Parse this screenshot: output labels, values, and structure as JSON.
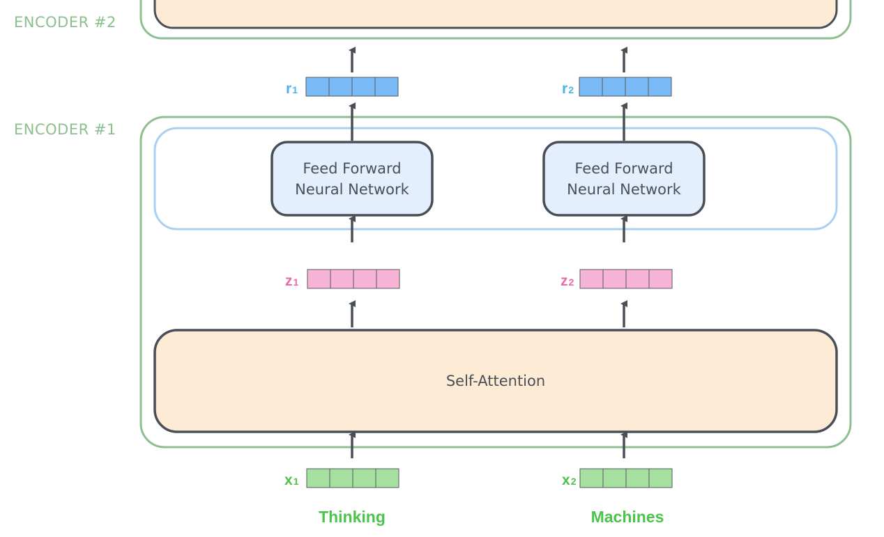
{
  "encoders": {
    "top_label": "ENCODER #2",
    "bottom_label": "ENCODER #1",
    "label_color": "#8bbf8d",
    "border_color": "#8fbf90"
  },
  "feed_forward": {
    "line1": "Feed Forward",
    "line2": "Neural Network",
    "fill": "#e3effc",
    "stroke": "#4a4f57",
    "group_border": "#a9d0f2"
  },
  "self_attention": {
    "label": "Self-Attention",
    "fill": "#fdebd6",
    "stroke": "#4a4f57"
  },
  "vectors": {
    "r": {
      "letter": "r",
      "color": "#4cb1e8",
      "cell_fill": "#79b9f5",
      "subs": [
        "1",
        "2"
      ]
    },
    "z": {
      "letter": "z",
      "color": "#e86aa6",
      "cell_fill": "#f8b4d6",
      "subs": [
        "1",
        "2"
      ]
    },
    "x": {
      "letter": "x",
      "color": "#4cc34a",
      "cell_fill": "#a6e0a0",
      "subs": [
        "1",
        "2"
      ]
    }
  },
  "words": [
    "Thinking",
    "Machines"
  ],
  "words_color": "#4cc34a",
  "arrow_color": "#4a4f57"
}
